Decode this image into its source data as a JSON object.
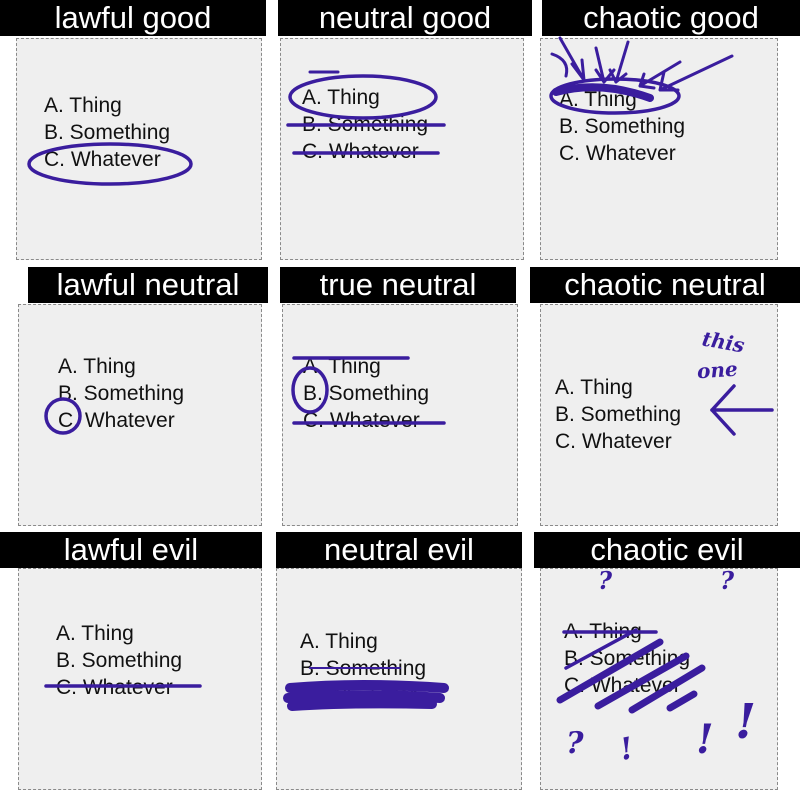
{
  "cells": [
    {
      "title": "lawful good",
      "options": [
        "A. Thing",
        "B. Something",
        "C. Whatever"
      ]
    },
    {
      "title": "neutral good",
      "options": [
        "A. Thing",
        "B. Something",
        "C. Whatever"
      ]
    },
    {
      "title": "chaotic good",
      "options": [
        "A. Thing",
        "B. Something",
        "C. Whatever"
      ]
    },
    {
      "title": "lawful neutral",
      "options": [
        "A. Thing",
        "B. Something",
        "C. Whatever"
      ]
    },
    {
      "title": "true neutral",
      "options": [
        "A. Thing",
        "B. Something",
        "C. Whatever"
      ]
    },
    {
      "title": "chaotic neutral",
      "options": [
        "A. Thing",
        "B. Something",
        "C. Whatever"
      ]
    },
    {
      "title": "lawful evil",
      "options": [
        "A. Thing",
        "B. Something",
        "C. Whatever"
      ]
    },
    {
      "title": "neutral evil",
      "options": [
        "A. Thing",
        "B. Something",
        "C. Whatever"
      ]
    },
    {
      "title": "chaotic evil",
      "options": [
        "A. Thing",
        "B. Something",
        "C. Whatever"
      ]
    }
  ],
  "annotations": {
    "chaotic_neutral_note": [
      "this",
      "one"
    ],
    "chaotic_evil_marks": [
      "?",
      "?",
      "?",
      "!",
      "!",
      "!"
    ]
  },
  "colors": {
    "ink": "#3a1d9e",
    "title_bg": "#000000",
    "title_text": "#ffffff",
    "card_bg": "#efefef"
  }
}
